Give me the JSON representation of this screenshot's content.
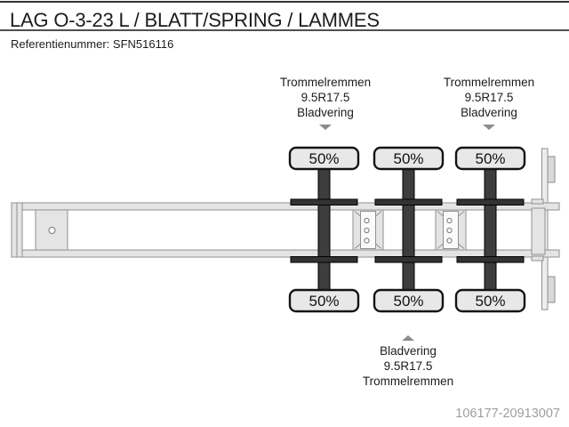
{
  "header": {
    "title": "LAG O-3-23 L / BLATT/SPRING / LAMMES",
    "reference_label": "Referentienummer:",
    "reference_value": "SFN516116"
  },
  "diagram": {
    "type": "trailer-axle-configuration-top-view",
    "axle_count": 3,
    "axle_specs_top": [
      {
        "lines": [
          "Trommelremmen",
          "9.5R17.5",
          "Bladvering"
        ]
      },
      {
        "lines": [
          "Trommelremmen",
          "9.5R17.5",
          "Bladvering"
        ]
      }
    ],
    "axle_spec_bottom": {
      "lines": [
        "Bladvering",
        "9.5R17.5",
        "Trommelremmen"
      ]
    },
    "wheel_loads": {
      "top": [
        "50%",
        "50%",
        "50%"
      ],
      "bottom": [
        "50%",
        "50%",
        "50%"
      ]
    },
    "icons": [
      "arrow-down-icon",
      "arrow-down-icon",
      "arrow-up-icon",
      "kingpin-icon"
    ]
  },
  "footer": {
    "listing_id": "106177-20913007"
  },
  "colors": {
    "background": "#ffffff",
    "text": "#1b1b1b",
    "structure_fill": "#e4e4e4",
    "structure_stroke": "#8f8f8f",
    "axle_dark": "#3d3d3d",
    "arrow_gray": "#8c8c8c",
    "listing_id_gray": "#9e9e9e"
  }
}
